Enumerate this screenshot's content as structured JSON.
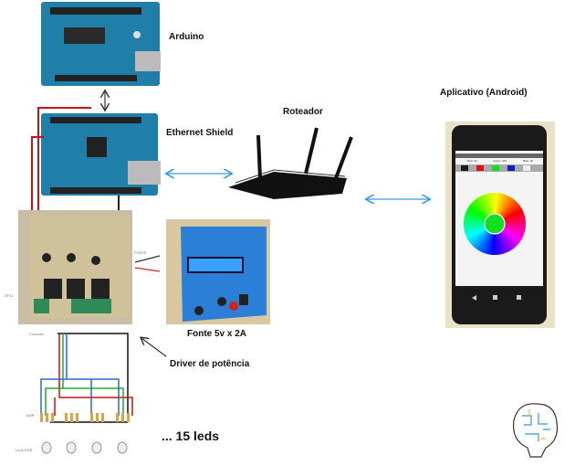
{
  "labels": {
    "arduino": "Arduino",
    "ethernet_shield": "Ethernet Shield",
    "router": "Roteador",
    "app": "Aplicativo (Android)",
    "power_supply": "Fonte 5v x 2A",
    "driver": "Driver de potência",
    "leds": "... 15 leds"
  },
  "small_labels": {
    "tip31": "TIP31",
    "fonte": "FONTE",
    "connector": "Conector",
    "resistor": "150R",
    "leds_rgb": "Leds RGB"
  },
  "phone_app": {
    "values": [
      "Red: 13",
      "Green: 254",
      "Blue: 46"
    ],
    "swatches": [
      "#1a1a1a",
      "#e0101a",
      "#10e020",
      "#1020c0",
      "#eeeeee"
    ],
    "selected_color": "#10e020"
  },
  "colors": {
    "arrow": "#3399dd",
    "board": "#1f7fa8",
    "wire_red": "#cc1111",
    "wire_green": "#22aa33",
    "wire_blue": "#3366cc"
  }
}
